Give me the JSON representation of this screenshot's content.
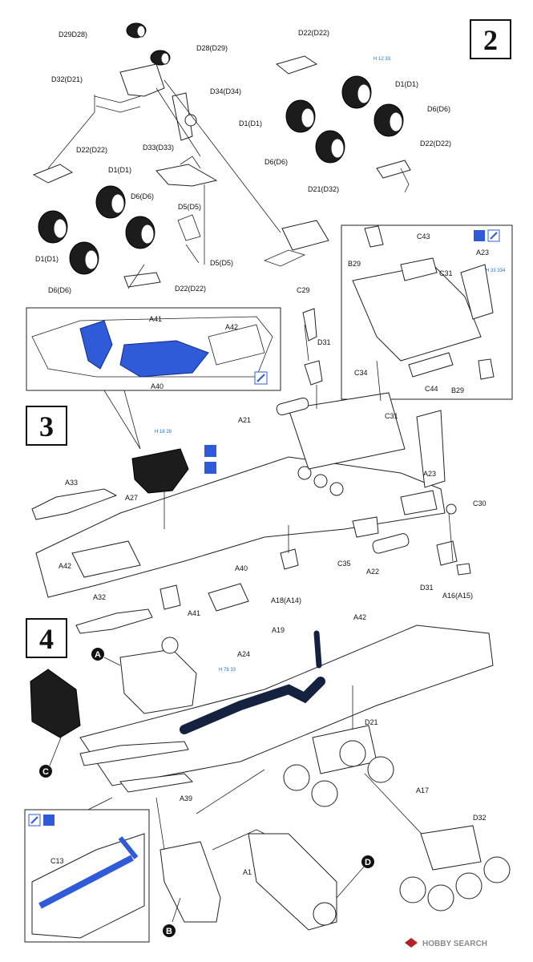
{
  "steps": {
    "step2": "2",
    "step3": "3",
    "step4": "4"
  },
  "bubbles": {
    "a": "A",
    "b": "B",
    "c": "C",
    "d": "D"
  },
  "paint_codes": {
    "p1": "H 12 33",
    "p2": "H 18 28",
    "p3": "H 78 33",
    "p4": "H 33 334"
  },
  "logo": {
    "text": "HOBBY SEARCH"
  },
  "colors": {
    "blue": "#2f5bd8",
    "paint": "#1a6fd0"
  },
  "labels": {
    "d29d28": "D29D28)",
    "d28d29": "D28(D29)",
    "d32d21": "D32(D21)",
    "d34d34": "D34(D34)",
    "d22d22_tr": "D22(D22)",
    "d1d1_r1": "D1(D1)",
    "d6d6_r1": "D6(D6)",
    "d1d1_r2": "D1(D1)",
    "d6d6_r2": "D6(D6)",
    "d22d22_r2": "D22(D22)",
    "d22d22_l": "D22(D22)",
    "d33d33": "D33(D33)",
    "d1d1_l": "D1(D1)",
    "d6d6_l": "D6(D6)",
    "d21d32": "D21(D32)",
    "d5d5_1": "D5(D5)",
    "d1d1_l2": "D1(D1)",
    "d6d6_l2": "D6(D6)",
    "d5d5_2": "D5(D5)",
    "d22d22_b": "D22(D22)",
    "c43": "C43",
    "b29_1": "B29",
    "a23_1": "A23",
    "c31_1": "C31",
    "c44": "C44",
    "b29_2": "B29",
    "c29": "C29",
    "a41_i": "A41",
    "a42_i": "A42",
    "a40_i": "A40",
    "d31_1": "D31",
    "c34": "C34",
    "a21": "A21",
    "c31_2": "C31",
    "a27": "A27",
    "a23_2": "A23",
    "a33": "A33",
    "c30": "C30",
    "a42_3": "A42",
    "c35": "C35",
    "a22": "A22",
    "d31_2": "D31",
    "a40_3": "A40",
    "a41_3": "A41",
    "a18": "A18(A14)",
    "a16": "A16(A15)",
    "a32": "A32",
    "a19": "A19",
    "a42_4": "A42",
    "a24": "A24",
    "d21": "D21",
    "a17": "A17",
    "d32": "D32",
    "a39": "A39",
    "a1": "A1",
    "c13": "C13"
  }
}
